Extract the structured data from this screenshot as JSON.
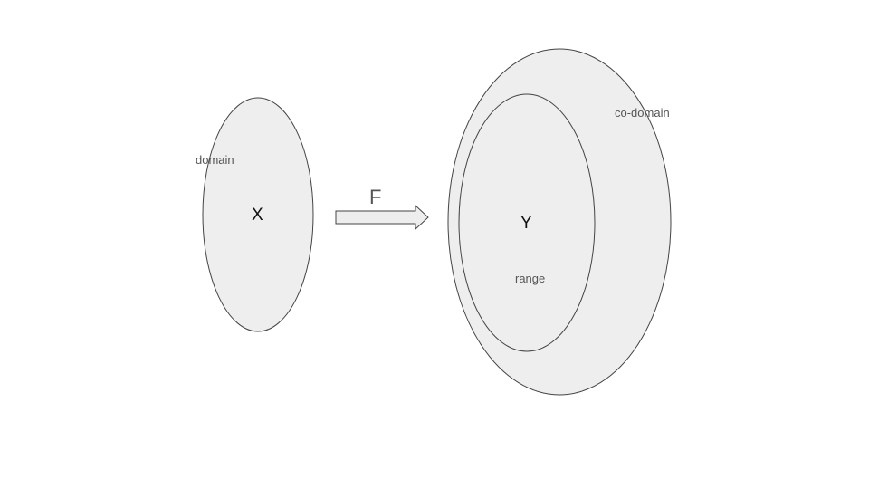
{
  "diagram": {
    "domain_label": "domain",
    "domain_set": "X",
    "function_label": "F",
    "codomain_label": "co-domain",
    "range_set": "Y",
    "range_label": "range"
  },
  "colors": {
    "shape_fill": "#eeeeee",
    "shape_stroke": "#444444",
    "small_text": "#555555",
    "set_text": "#111111"
  }
}
